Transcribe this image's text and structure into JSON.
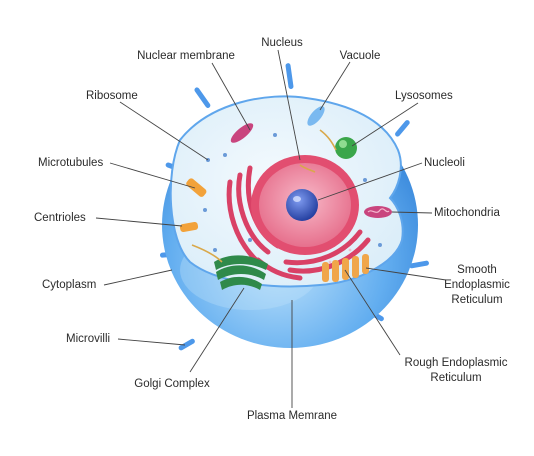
{
  "labels": {
    "nuclear_membrane": "Nuclear membrane",
    "nucleus": "Nucleus",
    "vacuole": "Vacuole",
    "ribosome": "Ribosome",
    "lysosomes": "Lysosomes",
    "microtubules": "Microtubules",
    "nucleoli": "Nucleoli",
    "centrioles": "Centrioles",
    "mitochondria": "Mitochondria",
    "cytoplasm": "Cytoplasm",
    "smooth_er_line1": "Smooth",
    "smooth_er_line2": "Endoplasmic",
    "smooth_er_line3": "Reticulum",
    "microvilli": "Microvilli",
    "rough_er_line1": "Rough Endoplasmic",
    "rough_er_line2": "Reticulum",
    "golgi": "Golgi Complex",
    "plasma": "Plasma Memrane"
  },
  "colors": {
    "membrane": "#3f8fe6",
    "cytoplasm": "#e6f3fb",
    "nucleus": "#e24e70",
    "nucleolus": "#2f4fb5",
    "golgi": "#2f8a4a",
    "lysosome": "#3aa64a",
    "mitochondria": "#c9457e",
    "centriole": "#f2a23a"
  }
}
